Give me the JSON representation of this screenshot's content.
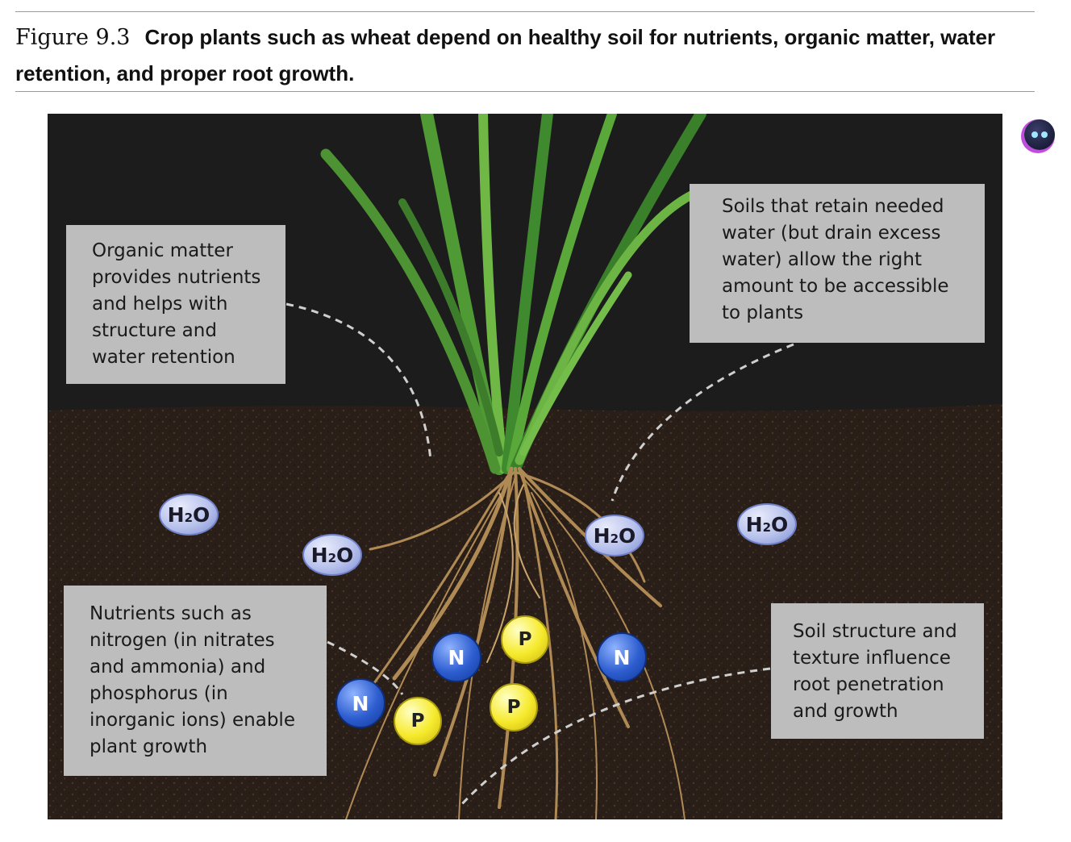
{
  "caption": {
    "label": "Figure 9.3",
    "text": "Crop plants such as wheat depend on healthy soil for nutrients, organic matter, water retention, and proper root growth."
  },
  "callouts": {
    "organic_matter": "Organic matter\nprovides nutrients\nand helps with\nstructure and\nwater retention",
    "water_retention": "Soils that retain needed\nwater (but drain excess\nwater) allow the right\namount to be accessible\nto plants",
    "nutrients": "Nutrients such as\nnitrogen (in nitrates\nand ammonia) and\nphosphorus (in\ninorganic ions) enable\nplant growth",
    "soil_structure": "Soil structure and\ntexture influence\nroot penetration\nand growth"
  },
  "molecules": {
    "water": {
      "main": "H",
      "sub": "2",
      "tail": "O"
    },
    "nitrogen": "N",
    "phosphorus": "P"
  },
  "colors": {
    "soil": "#2a1f18",
    "background": "#1c1c1c",
    "callout": "#bdbdbd",
    "leaf": "#3f8a2e",
    "root": "#b08a55",
    "accent_icon": "#c24be0"
  },
  "icons": {
    "assistant": "assistant-bot-icon"
  }
}
